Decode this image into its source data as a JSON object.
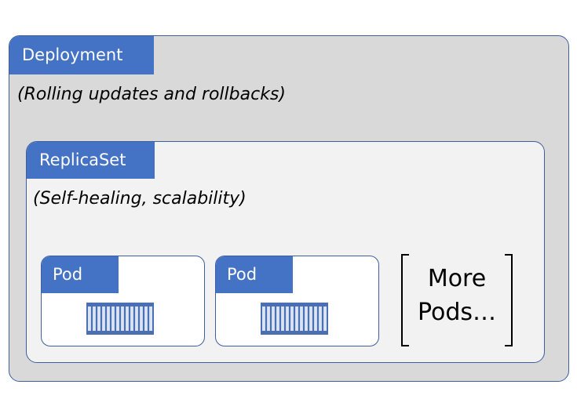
{
  "deployment": {
    "label": "Deployment",
    "caption": "(Rolling updates and rollbacks)"
  },
  "replicaset": {
    "label": "ReplicaSet",
    "caption": "(Self-healing, scalability)"
  },
  "pods": [
    {
      "label": "Pod",
      "icon": "container-icon"
    },
    {
      "label": "Pod",
      "icon": "container-icon"
    }
  ],
  "more_pods": {
    "line1": "More",
    "line2": "Pods…"
  },
  "colors": {
    "tab_fill": "#4472c4",
    "border": "#3d5f9f",
    "deployment_fill": "#d9d9d9",
    "replicaset_fill": "#f2f2f2",
    "pod_fill": "#ffffff",
    "container_icon": "#4a6fb3"
  }
}
